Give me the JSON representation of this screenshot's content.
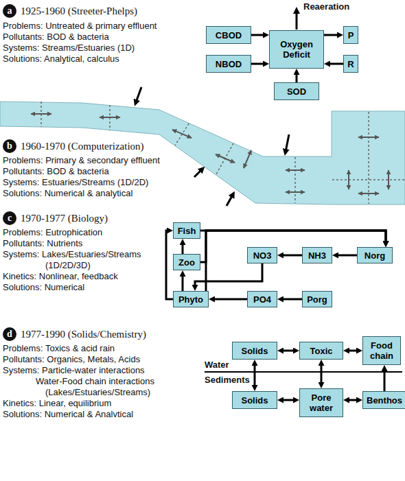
{
  "diagram": {
    "nodes": [
      {
        "text": [
          "a"
        ]
      },
      {
        "text": [
          "CBOD"
        ]
      },
      {
        "text": [
          "NBOD"
        ]
      },
      {
        "text": [
          "Oxygen Deficit"
        ]
      },
      {
        "text": [
          "P"
        ]
      },
      {
        "text": [
          "R"
        ]
      },
      {
        "text": [
          "SOD"
        ]
      },
      {
        "text": [
          "b"
        ]
      },
      {
        "text": [
          "c"
        ]
      },
      {
        "text": [
          "Fish"
        ]
      },
      {
        "text": [
          "Zoo"
        ]
      },
      {
        "text": [
          "NO3"
        ]
      },
      {
        "text": [
          "NH3"
        ]
      },
      {
        "text": [
          "Norg"
        ]
      },
      {
        "text": [
          "Phyto"
        ]
      },
      {
        "text": [
          "PO4"
        ]
      },
      {
        "text": [
          "Porg"
        ]
      },
      {
        "text": [
          "d"
        ]
      },
      {
        "text": [
          "Solids"
        ]
      },
      {
        "text": [
          "Toxic"
        ]
      },
      {
        "text": [
          "Food chain"
        ]
      },
      {
        "text": [
          "Solids"
        ]
      },
      {
        "text": [
          "Pore water"
        ]
      },
      {
        "text": [
          "Benthos"
        ]
      }
    ],
    "edges": [
      {
        "from": 1,
        "to": 3,
        "arrow": "to"
      },
      {
        "from": 2,
        "to": 3,
        "arrow": "to"
      },
      {
        "from": 6,
        "to": 3,
        "arrow": "to"
      },
      {
        "from": 5,
        "to": 3,
        "arrow": "to"
      },
      {
        "from": 3,
        "to": 4,
        "arrow": "to"
      },
      {
        "from": 10,
        "to": 9,
        "arrow": "to"
      },
      {
        "from": 14,
        "to": 10,
        "arrow": "to"
      },
      {
        "from": 14,
        "to": 9,
        "arrow": "to"
      },
      {
        "from": 9,
        "to": 13,
        "arrow": "to"
      },
      {
        "from": 10,
        "to": 13,
        "arrow": "to"
      },
      {
        "from": 14,
        "to": 13,
        "arrow": "to"
      },
      {
        "from": 13,
        "to": 12,
        "arrow": "to"
      },
      {
        "from": 12,
        "to": 11,
        "arrow": "to"
      },
      {
        "from": 11,
        "to": 14,
        "arrow": "to"
      },
      {
        "from": 15,
        "to": 14,
        "arrow": "to"
      },
      {
        "from": 16,
        "to": 15,
        "arrow": "to"
      },
      {
        "from": 18,
        "to": 19,
        "arrow": "both"
      },
      {
        "from": 19,
        "to": 20,
        "arrow": "both"
      },
      {
        "from": 18,
        "to": 21,
        "arrow": "both"
      },
      {
        "from": 19,
        "to": 22,
        "arrow": "both"
      },
      {
        "from": 21,
        "to": 22,
        "arrow": "both"
      },
      {
        "from": 22,
        "to": 23,
        "arrow": "both"
      },
      {
        "from": 23,
        "to": 20,
        "arrow": "to"
      }
    ],
    "labels": [
      "1925-1960 (Streeter-Phelps)",
      "Problems: Untreated & primary effluent",
      "Pollutants: BOD & bacteria",
      "Systems: Streams/Estuaries (1D)",
      "Solutions: Analytical, calculus",
      "Reaeration",
      "1960-1970 (Computerization)",
      "Problems: Primary & secondary effluent",
      "Pollutants: BOD & bacteria",
      "Systems: Estuaries/Streams (1D/2D)",
      "Solutions: Numerical & analytical",
      "1970-1977 (Biology)",
      "Problems: Eutrophication",
      "Pollutants: Nutrients",
      "Systems: Lakes/Estuaries/Streams",
      "(1D/2D/3D)",
      "Kinetics: Nonlinear, feedback",
      "Solutions: Numerical",
      "1977-1990 (Solids/Chemistry)",
      "Problems: Toxics & acid rain",
      "Pollutants: Organics, Metals, Acids",
      "Systems: Particle-water interactions",
      "Water-Food chain interactions",
      "(Lakes/Estuaries/Streams)",
      "Kinetics: Linear, equilibrium",
      "Solutions: Numerical & Analvtical",
      "Water",
      "Sediments"
    ]
  }
}
